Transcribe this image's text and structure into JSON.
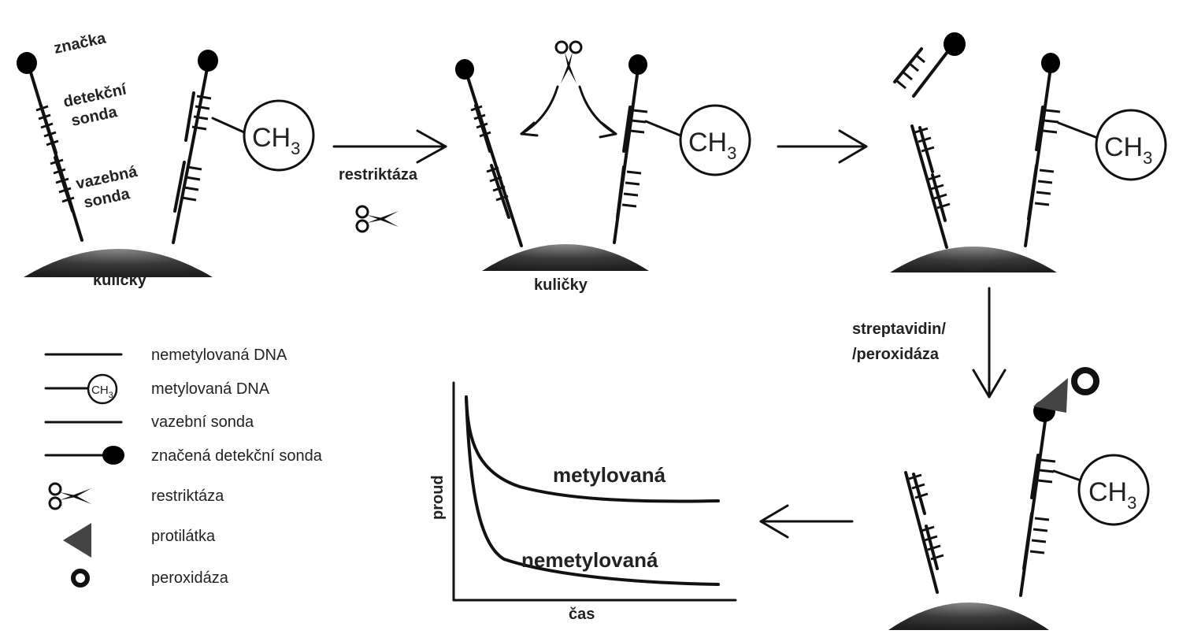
{
  "labels": {
    "tag": "značka",
    "detection_probe": [
      "detekční",
      "sonda"
    ],
    "binding_probe": [
      "vazebná",
      "sonda"
    ],
    "beads": "kuličky",
    "ch3_main": "CH",
    "ch3_sub": "3",
    "restriction_enzyme": "restriktáza",
    "streptavidin": [
      "streptavidin/",
      "/peroxidáza"
    ]
  },
  "legend": [
    {
      "icon": "line",
      "label": "nemetylovaná DNA"
    },
    {
      "icon": "methyl",
      "label": "metylovaná DNA"
    },
    {
      "icon": "line",
      "label": "vazební sonda"
    },
    {
      "icon": "tagged",
      "label": "značená detekční sonda"
    },
    {
      "icon": "scissors",
      "label": "restriktáza"
    },
    {
      "icon": "triangle",
      "label": "protilátka"
    },
    {
      "icon": "ring",
      "label": "peroxidáza"
    }
  ],
  "chart_data": {
    "type": "line",
    "xlabel": "čas",
    "ylabel": "proud",
    "series": [
      {
        "name": "metylovaná"
      },
      {
        "name": "nemetylovaná"
      }
    ]
  },
  "colors": {
    "ink": "#111111",
    "bead_dark": "#2a2a2a",
    "bead_light": "#8a8a8a",
    "antibody": "#444444"
  }
}
